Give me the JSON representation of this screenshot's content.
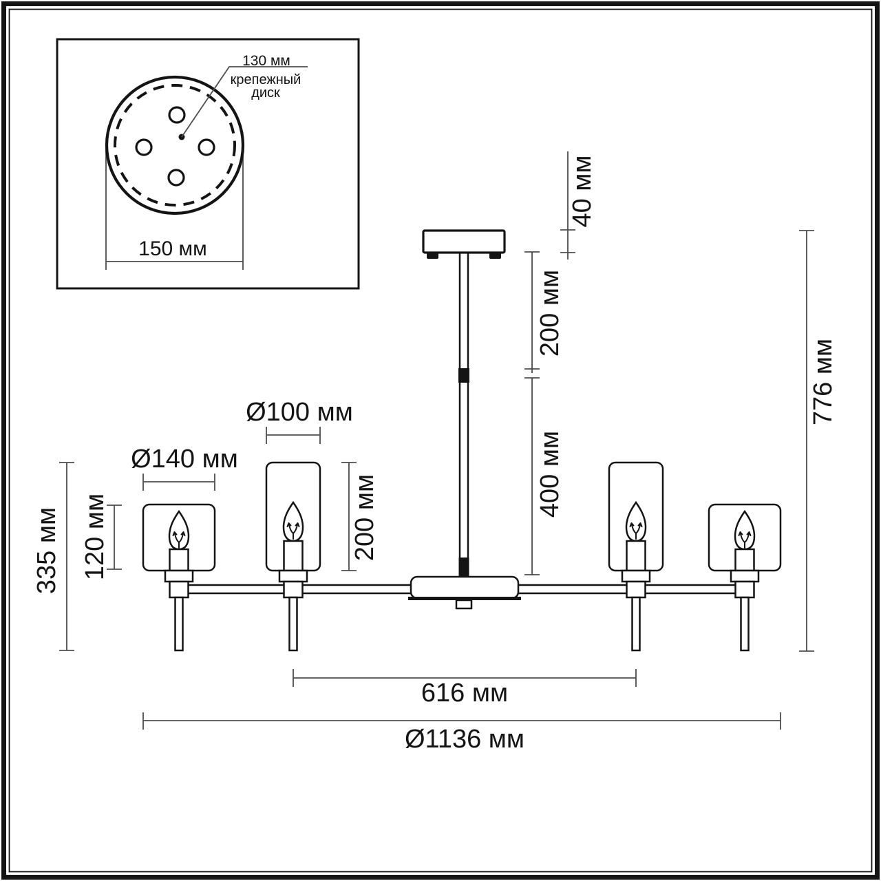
{
  "drawing_title": "chandelier-dimension-drawing",
  "inset": {
    "disk_diameter_label": "130 мм",
    "disk_name_line1": "крепежный",
    "disk_name_line2": "диск",
    "canopy_diameter_label": "150 мм"
  },
  "dims": {
    "canopy_height": "40 мм",
    "upper_rod_length": "200 мм",
    "lower_rod_length": "400 мм",
    "total_height": "776 мм",
    "outer_shade_diameter": "Ø140 мм",
    "inner_shade_diameter": "Ø100 мм",
    "inner_shade_height": "200 мм",
    "outer_shade_height": "120 мм",
    "lamp_assembly_height": "335 мм",
    "inner_lamp_span": "616 мм",
    "overall_diameter": "Ø1136 мм"
  },
  "colors": {
    "ink": "#141414",
    "dim_line": "#4d4d4d",
    "background": "#ffffff"
  }
}
